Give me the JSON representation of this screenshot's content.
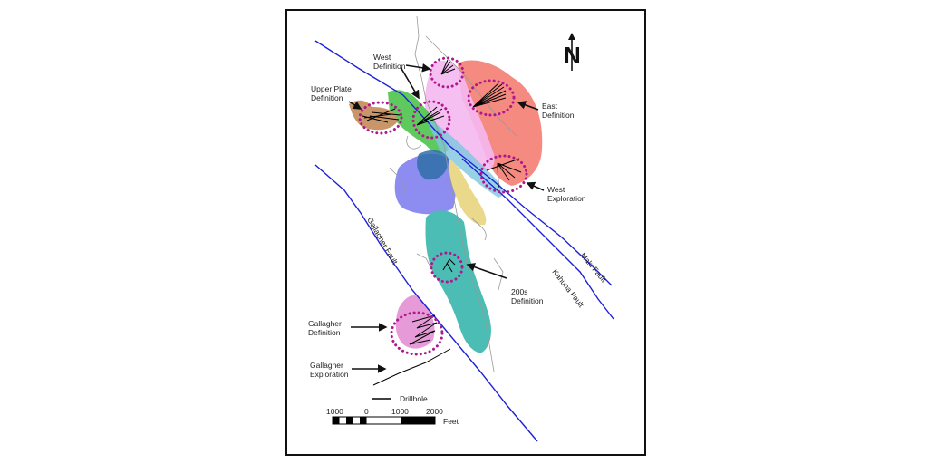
{
  "labels": {
    "west_definition": [
      "West",
      "Definition"
    ],
    "upper_plate_definition": [
      "Upper Plate",
      "Definition"
    ],
    "east_definition": [
      "East",
      "Definition"
    ],
    "west_exploration": [
      "West",
      "Exploration"
    ],
    "definition_200s": [
      "200s",
      "Definition"
    ],
    "gallagher_definition": [
      "Gallagher",
      "Definition"
    ],
    "gallagher_exploration": [
      "Gallagher",
      "Exploration"
    ]
  },
  "faults": {
    "maki": "Maki Fault",
    "kahuna": "Kahuna Fault",
    "gallagher": "Gallagher Fault"
  },
  "legend": {
    "drillhole": "Drillhole"
  },
  "scale_bar": {
    "ticks": [
      "1000",
      "0",
      "1000",
      "2000"
    ],
    "unit": "Feet"
  },
  "north_arrow": {
    "label": "N"
  },
  "colors": {
    "fault": "#1d22d6",
    "target_circle": "#b0178f",
    "east_zone": "#f48a80",
    "west_zone": "#f5b8f0",
    "green_zone": "#4cc34a",
    "blue_zone": "#8080f0",
    "yellow_zone": "#ead98a",
    "teal_zone": "#4bbdb5",
    "upper_plate": "#c9966a",
    "gallagher_zone": "#e69ad8"
  }
}
